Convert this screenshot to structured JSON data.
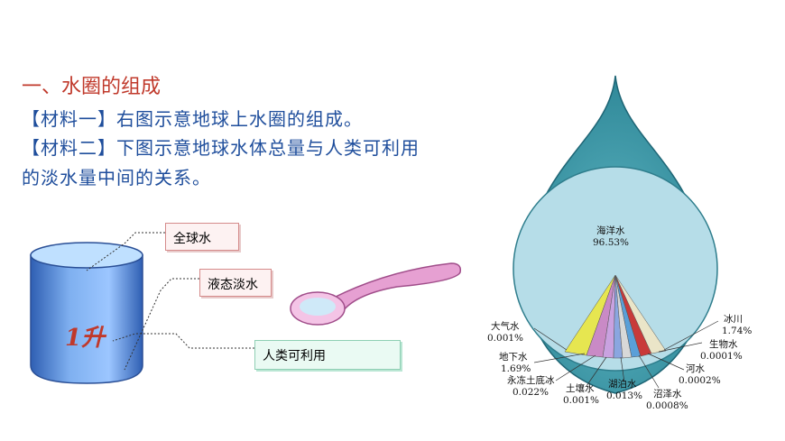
{
  "heading": "一、水圈的组成",
  "material1": "【材料一】右图示意地球上水圈的组成。",
  "material2_line1": "【材料二】下图示意地球水体总量与人类可利用",
  "material2_line2": "的淡水量中间的关系。",
  "beaker": {
    "label": "1升"
  },
  "boxes": {
    "global": "全球水",
    "liquid_fresh": "液态淡水",
    "human_usable": "人类可利用"
  },
  "drop": {
    "ocean_name": "海洋水",
    "ocean_value": "96.53%",
    "labels": [
      {
        "name": "大气水",
        "value": "0.001%"
      },
      {
        "name": "地下水",
        "value": "1.69%"
      },
      {
        "name": "永冻土底冰",
        "value": "0.022%"
      },
      {
        "name": "土壤水",
        "value": "0.001%"
      },
      {
        "name": "湖泊水",
        "value": "0.013%"
      },
      {
        "name": "沼泽水",
        "value": "0.0008%"
      },
      {
        "name": "河水",
        "value": "0.0002%"
      },
      {
        "name": "生物水",
        "value": "0.0001%"
      },
      {
        "name": "冰川",
        "value": "1.74%"
      }
    ]
  },
  "colors": {
    "heading": "#c0392b",
    "text": "#1f4e9c",
    "drop_fill": "#4aa5b4",
    "ocean_fill": "#b6dde8"
  }
}
